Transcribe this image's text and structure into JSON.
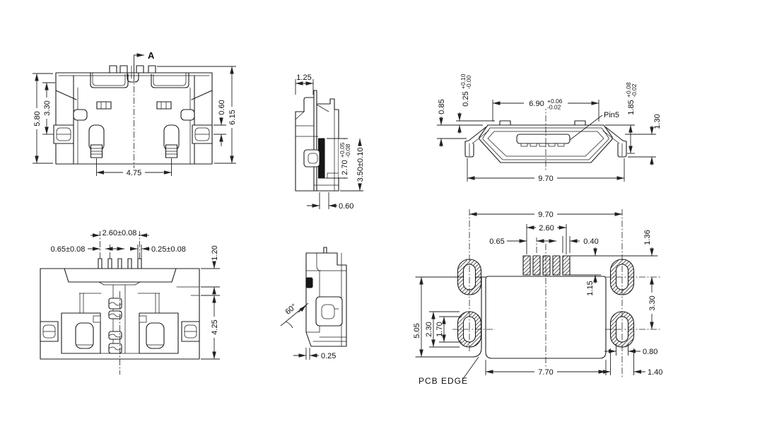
{
  "top_view": {
    "section_label": "A",
    "dim_height_left": "5.80",
    "dim_inner_height": "3.30",
    "dim_tab": "0.60",
    "dim_height_right": "6.15",
    "dim_leg_span": "4.75"
  },
  "side_view_upper": {
    "dim_top_width": "1.25",
    "dim_mouth_depth": {
      "main": "2.70",
      "tol_plus": "+0.05",
      "tol_minus": "-0.08"
    },
    "dim_total_depth": "3.50±0.10",
    "dim_foot_offset": "0.60"
  },
  "front_view": {
    "label_pin5": "Pin5",
    "dim_step": "0.85",
    "dim_tab_height": {
      "main": "0.25",
      "tol_plus": "+0.10",
      "tol_minus": "-0.00"
    },
    "dim_mouth_width": {
      "main": "6.90",
      "tol_plus": "+0.06",
      "tol_minus": "-0.02"
    },
    "dim_shell_height": {
      "main": "1.85",
      "tol_plus": "+0.08",
      "tol_minus": "-0.02"
    },
    "dim_leg_height": "1.30",
    "dim_overall_width": "9.70"
  },
  "bottom_view": {
    "dim_pin_span": "2.60±0.08",
    "dim_pin_pitch": "0.65±0.08",
    "dim_pin_width": "0.25±0.08",
    "dim_top_step": "1.20",
    "dim_body_depth": "4.25"
  },
  "side_view_lower": {
    "dim_chamfer_angle": "60°",
    "dim_foot_width": "0.25"
  },
  "footprint": {
    "label_pcb_edge": "PCB EDGE",
    "dim_pad_span": "9.70",
    "dim_pin_span": "2.60",
    "dim_pin_pitch": "0.65",
    "dim_pin_width": "0.40",
    "dim_pad_top_offset": "1.36",
    "dim_pin_length": "1.15",
    "dim_pad_v_pitch": "3.30",
    "dim_edge_height": "5.05",
    "dim_pad_height": "2.30",
    "dim_hole_height": "1.70",
    "dim_hole_width": "0.80",
    "dim_body_width": "7.70",
    "dim_pad_width": "1.40"
  }
}
